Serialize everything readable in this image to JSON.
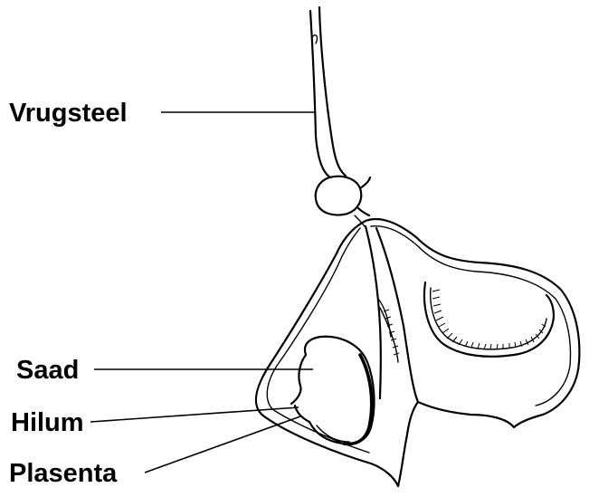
{
  "labels": {
    "stalk": "Vrugsteel",
    "seed": "Saad",
    "hilum": "Hilum",
    "placenta": "Plasenta"
  }
}
